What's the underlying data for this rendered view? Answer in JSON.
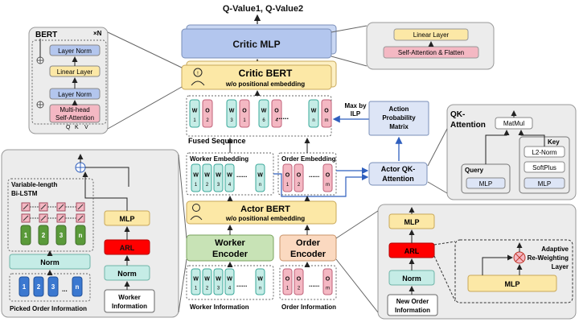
{
  "top": {
    "title": "Q-Value1, Q-Value2"
  },
  "bert_panel": {
    "title": "BERT",
    "repeat": "×N",
    "layer_norm": "Layer Norm",
    "linear_layer": "Linear Layer",
    "mha_line1": "Multi-head",
    "mha_line2": "Self-Attention",
    "q": "Q",
    "k": "K",
    "v": "V"
  },
  "critic_mlp": {
    "label": "Critic MLP"
  },
  "critic_detail": {
    "linear": "Linear Layer",
    "attn": "Self-Attention & Flatten"
  },
  "critic_bert": {
    "line1": "Critic BERT",
    "line2": "w/o positional embedding"
  },
  "fused": {
    "label": "Fused Sequence",
    "tokens": [
      {
        "t": "W",
        "s": "1"
      },
      {
        "t": "O",
        "s": "2"
      },
      {
        "t": "W",
        "s": "3"
      },
      {
        "t": "O",
        "s": "1"
      },
      {
        "t": "W",
        "s": "6"
      },
      {
        "t": "O",
        "s": "4"
      },
      {
        "t": "W",
        "s": "n"
      },
      {
        "t": "O",
        "s": "m"
      }
    ],
    "dots": "......"
  },
  "max_ilp": {
    "line1": "Max by",
    "line2": "ILP"
  },
  "apm": {
    "line1": "Action",
    "line2": "Probability",
    "line3": "Matrix"
  },
  "qk_panel": {
    "title1": "QK-",
    "title2": "Attention",
    "matmul": "MatMul",
    "key": "Key",
    "query": "Query",
    "l2norm": "L2-Norm",
    "softplus": "SoftPlus",
    "mlp_q": "MLP",
    "mlp_k": "MLP"
  },
  "worker_emb": {
    "label": "Worker Embedding",
    "tokens": [
      "1",
      "2",
      "3",
      "4"
    ],
    "last": "n",
    "letter": "W",
    "dots": "......"
  },
  "order_emb": {
    "label": "Order Embedding",
    "tokens": [
      "1",
      "2"
    ],
    "last": "m",
    "letter": "O",
    "dots": "......"
  },
  "actor_qk": {
    "line1": "Actor QK-",
    "line2": "Attention"
  },
  "actor_bert": {
    "line1": "Actor BERT",
    "line2": "w/o positional embedding"
  },
  "worker_encoder": {
    "line1": "Worker",
    "line2": "Encoder"
  },
  "order_encoder": {
    "line1": "Order",
    "line2": "Encoder"
  },
  "worker_info": {
    "label": "Worker Information",
    "tokens": [
      "1",
      "2",
      "3",
      "4"
    ],
    "last": "n",
    "letter": "W",
    "dots": "......"
  },
  "order_info": {
    "label": "Order Information",
    "tokens": [
      "1",
      "2"
    ],
    "last": "m",
    "letter": "O",
    "dots": "......"
  },
  "left_panel": {
    "lstm_line1": "Variable-length",
    "lstm_line2": "Bi-LSTM",
    "green_tokens": [
      "1",
      "2",
      "3",
      "n"
    ],
    "norm": "Norm",
    "picked_tokens": [
      "1",
      "2",
      "3",
      "n"
    ],
    "dots": "...",
    "picked_label": "Picked Order Information",
    "mlp": "MLP",
    "arl": "ARL",
    "norm2": "Norm",
    "worker_info_line1": "Worker",
    "worker_info_line2": "Information"
  },
  "right_panel": {
    "mlp": "MLP",
    "arl": "ARL",
    "norm": "Norm",
    "new_order_line1": "New Order",
    "new_order_line2": "Information",
    "adaptive_line1": "Adaptive",
    "adaptive_line2": "Re-Weighting",
    "adaptive_line3": "Layer",
    "inner_mlp": "MLP"
  },
  "colors": {
    "blue_box": "#b3c6ee",
    "yellow": "#fce8a6",
    "teal": "#c5ece6",
    "pink": "#f4b8c3",
    "red": "#ff0000",
    "green": "#5a9a3a",
    "picked_blue": "#3b78d0",
    "panel_bg": "#ececec",
    "arrow": "#2f5fbe"
  }
}
